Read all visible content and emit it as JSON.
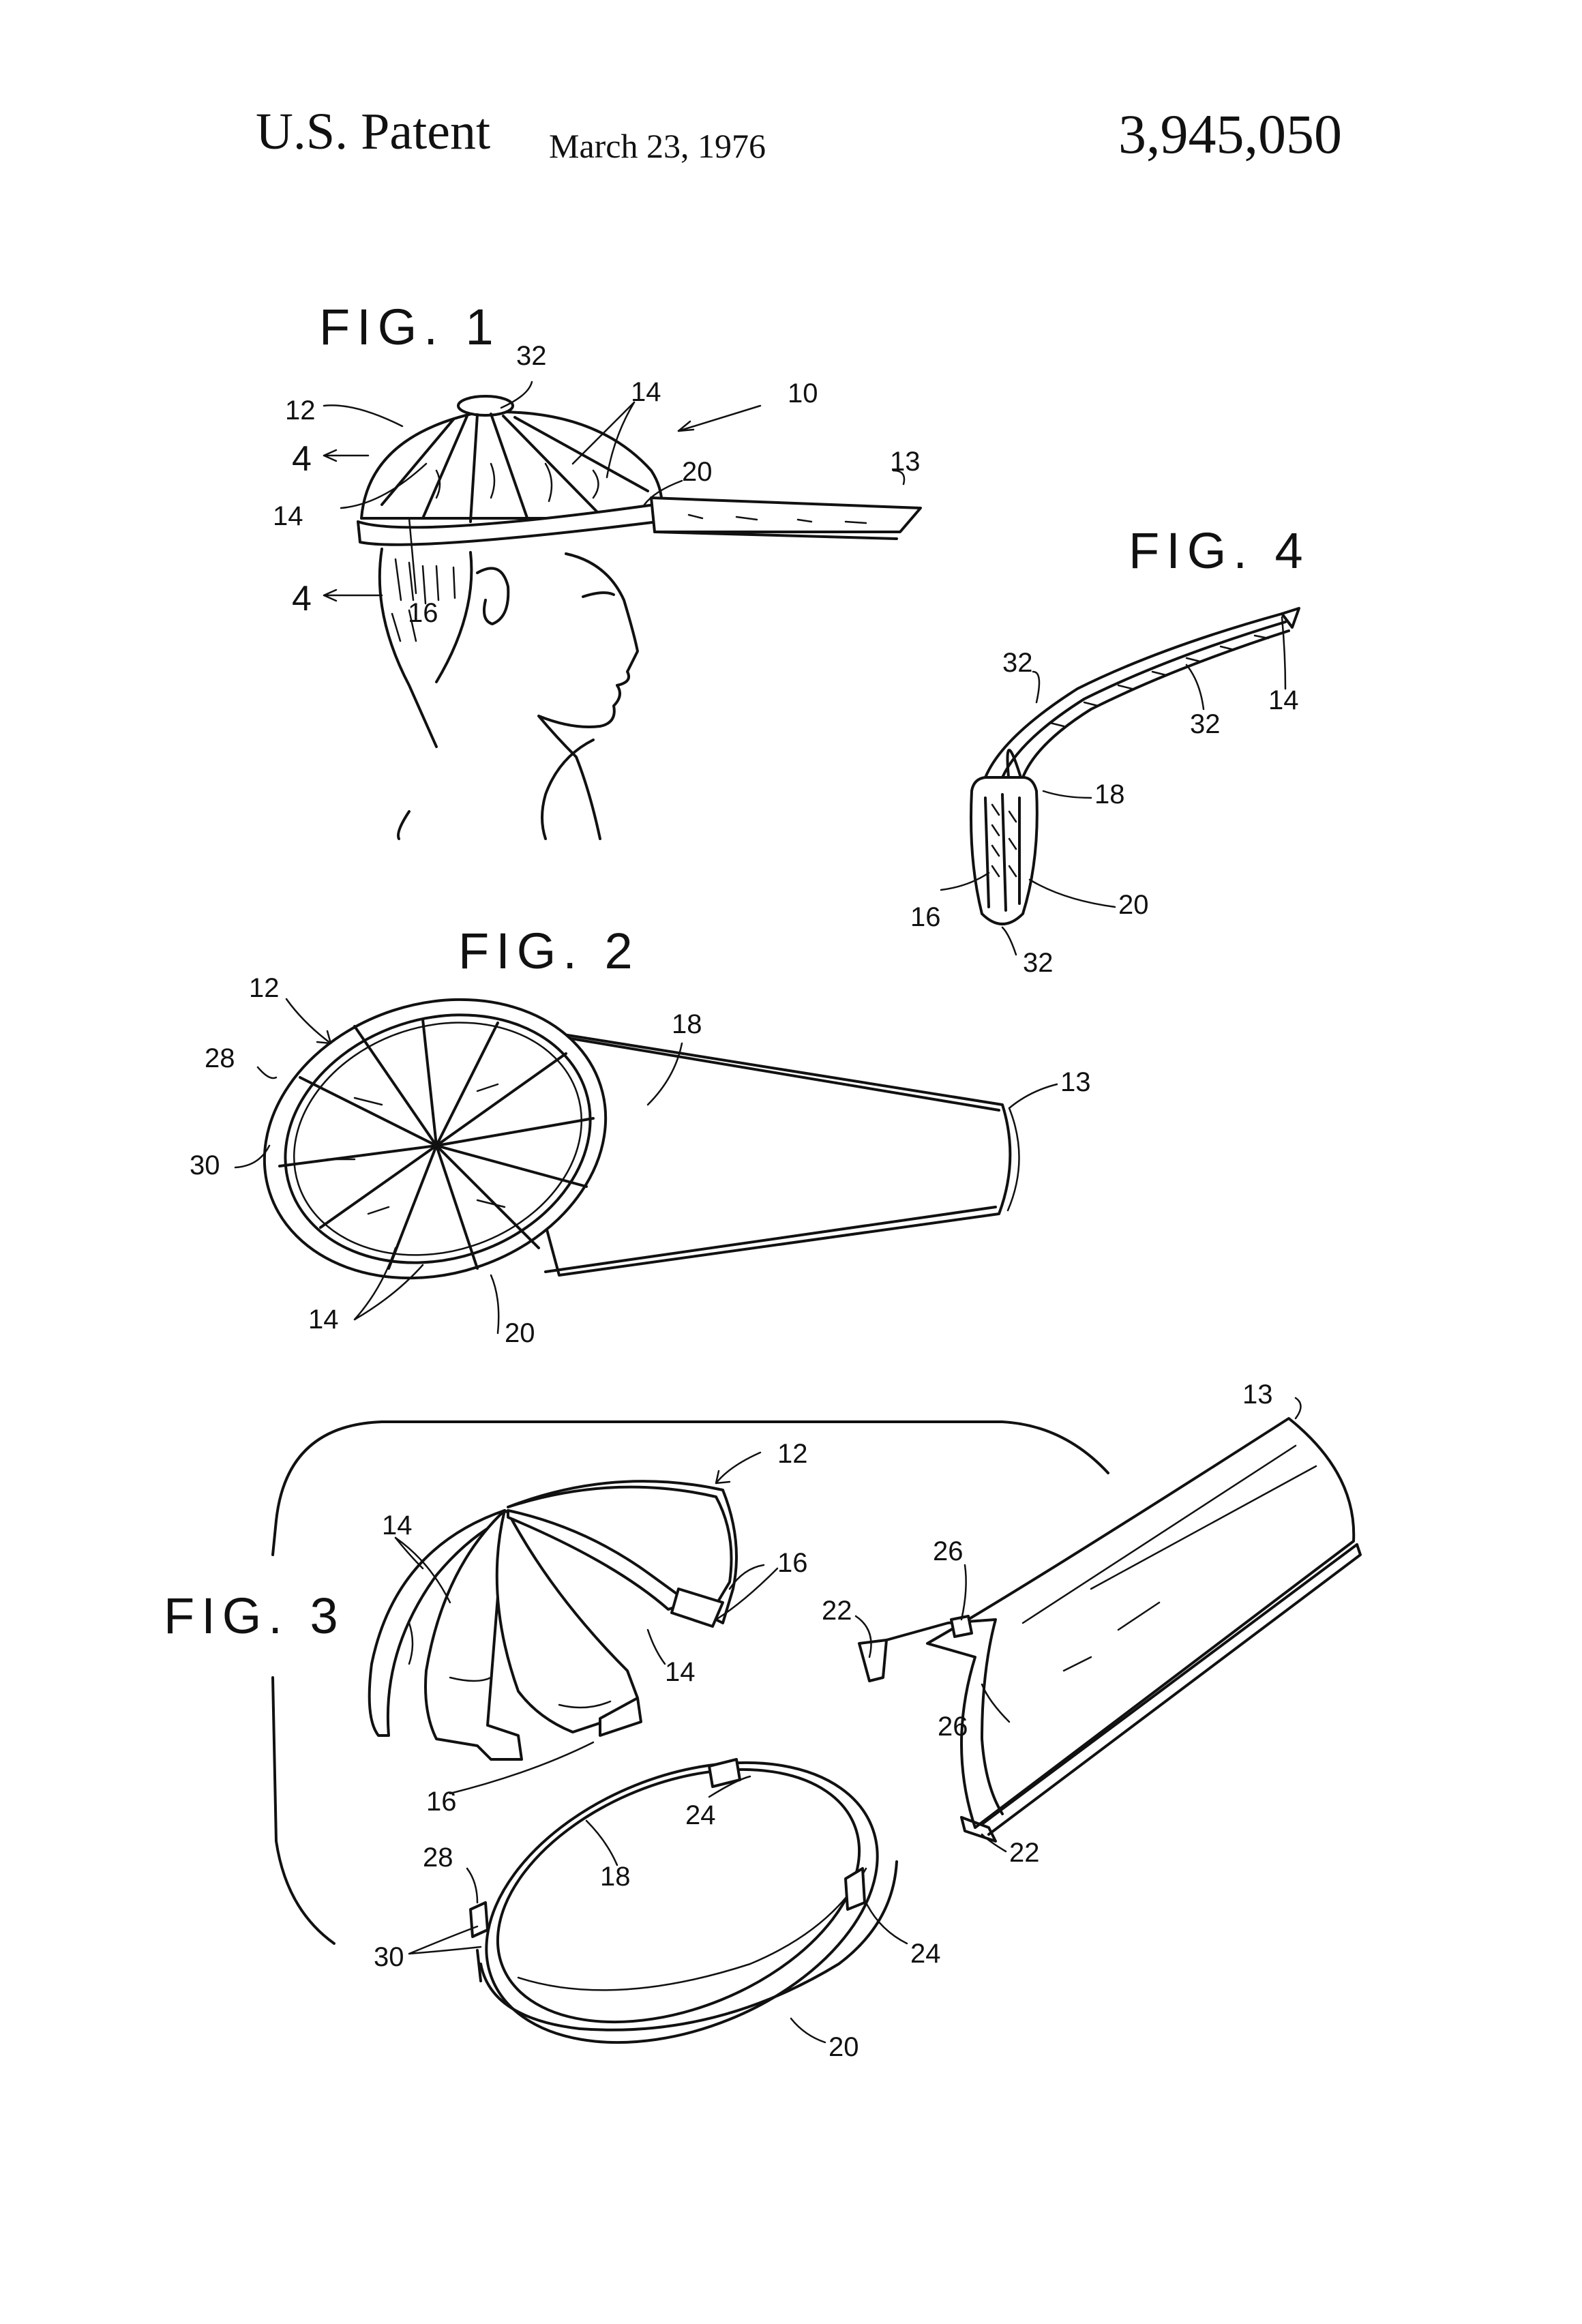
{
  "header": {
    "title": "U.S. Patent",
    "date": "March 23, 1976",
    "patent_number": "3,945,050"
  },
  "figures": {
    "fig1": {
      "caption": "FIG. 1",
      "labels": {
        "l32": "32",
        "l10": "10",
        "l12": "12",
        "l14a": "14",
        "l4a": "4",
        "l20": "20",
        "l13": "13",
        "l14b": "14",
        "l4b": "4",
        "l16": "16"
      }
    },
    "fig2": {
      "caption": "FIG. 2",
      "labels": {
        "l12": "12",
        "l18": "18",
        "l28": "28",
        "l13": "13",
        "l30": "30",
        "l14": "14",
        "l20": "20"
      }
    },
    "fig3": {
      "caption": "FIG. 3",
      "labels": {
        "l13": "13",
        "l12": "12",
        "l14a": "14",
        "l16a": "16",
        "l26a": "26",
        "l22a": "22",
        "l14b": "14",
        "l26b": "26",
        "l16b": "16",
        "l24a": "24",
        "l22b": "22",
        "l28": "28",
        "l18": "18",
        "l24b": "24",
        "l30": "30",
        "l20": "20"
      }
    },
    "fig4": {
      "caption": "FIG. 4",
      "labels": {
        "l32a": "32",
        "l14": "14",
        "l32b": "32",
        "l18": "18",
        "l20": "20",
        "l16": "16",
        "l32c": "32"
      }
    }
  }
}
